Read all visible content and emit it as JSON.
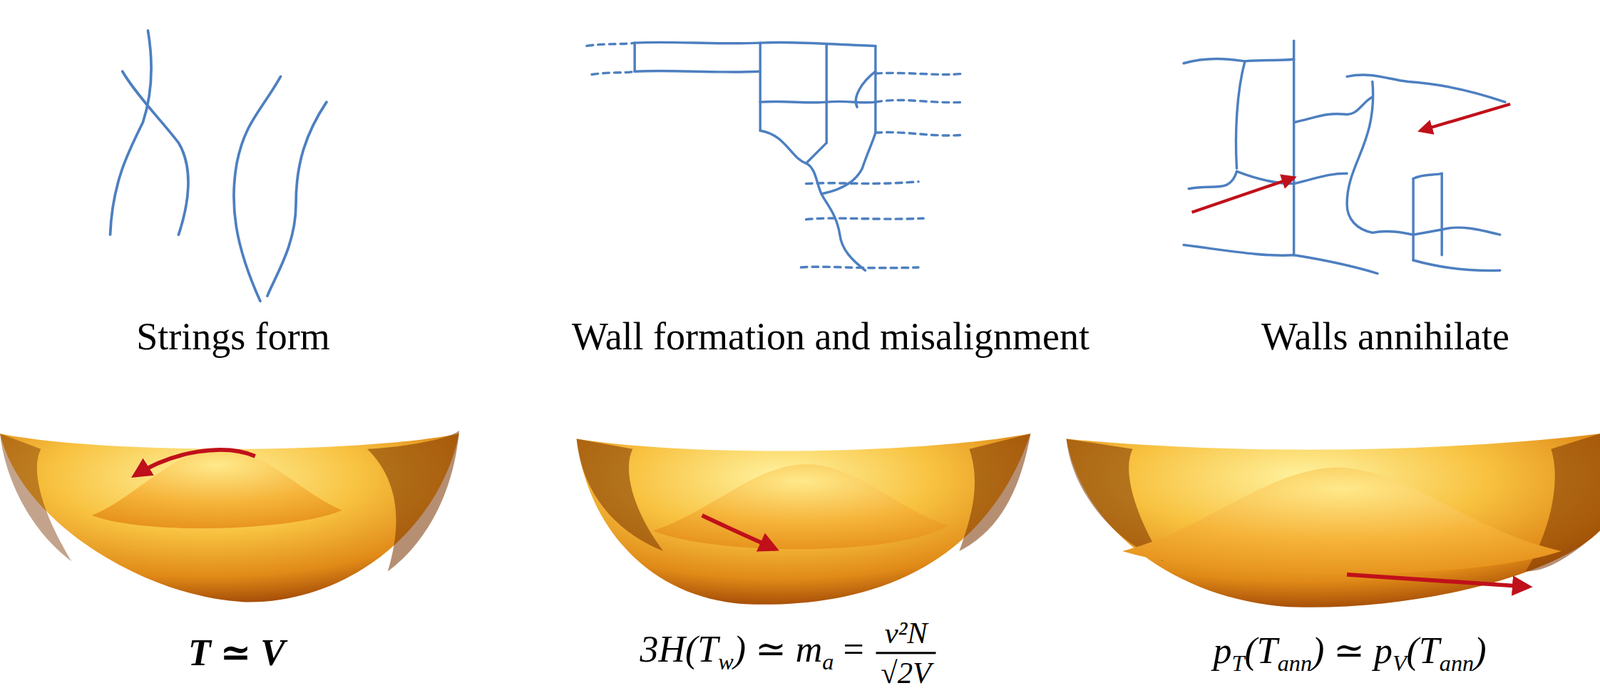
{
  "diagram": {
    "labels": [
      "Strings form",
      "Wall formation and misalignment",
      "Walls annihilate",
      "T ≃ V",
      "3H(T",
      "w",
      ") ≃ m",
      "a",
      "=",
      "v²N",
      "√2V",
      "p",
      "T",
      "(T",
      "ann",
      ") ≃ p",
      "V",
      "(T",
      "ann",
      ")"
    ]
  }
}
